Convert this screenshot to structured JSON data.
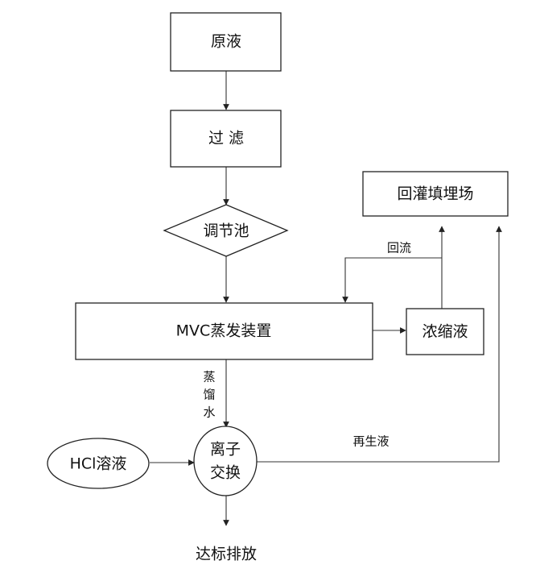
{
  "nodes": {
    "raw_liquid": "原液",
    "filter": "过 滤",
    "regulating_tank": "调节池",
    "mvc_evaporator": "MVC蒸发装置",
    "concentrate": "浓缩液",
    "landfill": "回灌填埋场",
    "hcl_solution": "HCl溶液",
    "ion_exchange_line1": "离子",
    "ion_exchange_line2": "交换",
    "discharge": "达标排放"
  },
  "edge_labels": {
    "reflux": "回流",
    "distilled_water_1": "蒸",
    "distilled_water_2": "馏",
    "distilled_water_3": "水",
    "regenerant": "再生液"
  },
  "colors": {
    "stroke": "#222222",
    "background": "#ffffff"
  }
}
